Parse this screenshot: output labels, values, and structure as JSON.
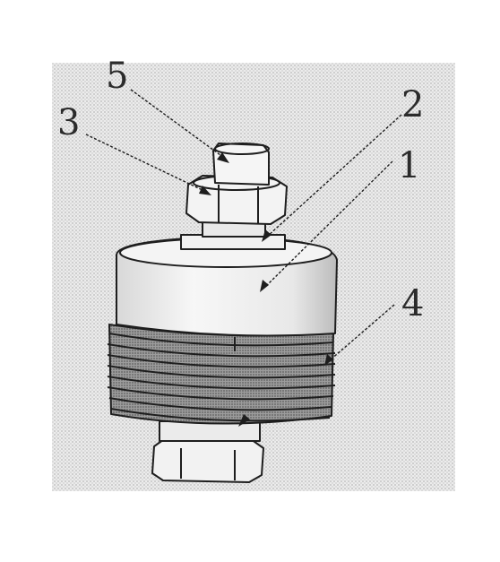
{
  "figure": {
    "part_numbers": [
      {
        "id": "callout-5",
        "label": "5"
      },
      {
        "id": "callout-3",
        "label": "3"
      },
      {
        "id": "callout-2",
        "label": "2"
      },
      {
        "id": "callout-1",
        "label": "1"
      },
      {
        "id": "callout-4",
        "label": "4"
      }
    ],
    "colors": {
      "background": "#ffffff",
      "stipple": "#e6e6e6",
      "line": "#1e1e1e",
      "thread_dark": "#6a6a6a"
    }
  }
}
